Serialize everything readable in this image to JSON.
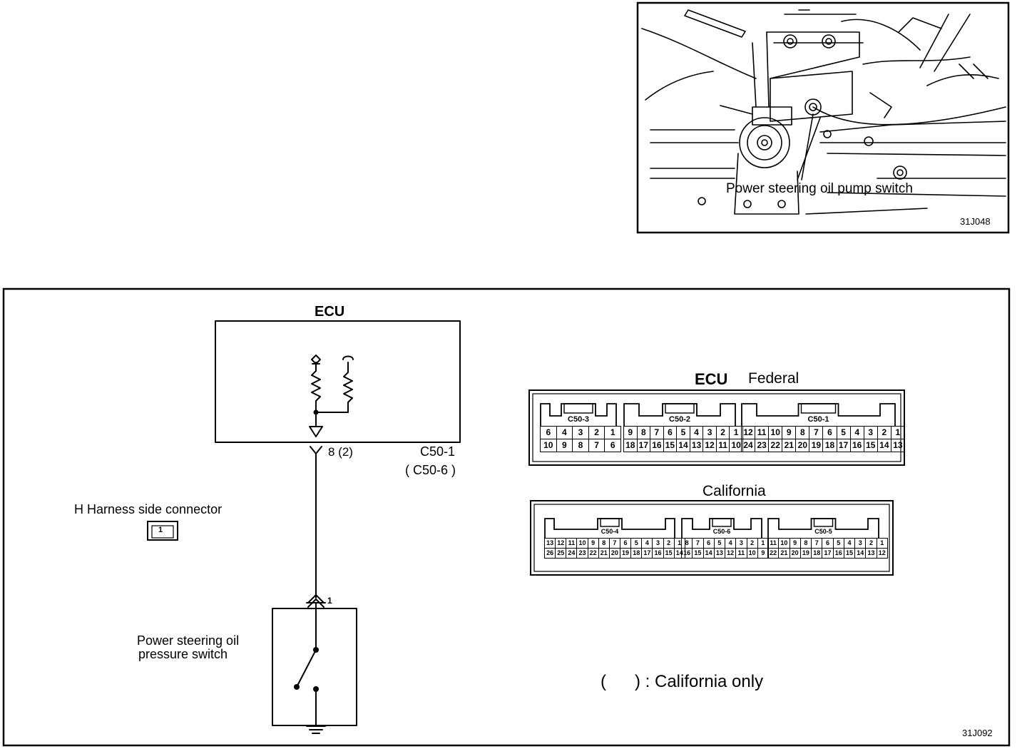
{
  "photo": {
    "callout": "Power steering oil pump switch",
    "figure_id": "31J048"
  },
  "diagram": {
    "ecu_title": "ECU",
    "pin_label": "8 (2)",
    "connector_main": "C50-1",
    "connector_alt": "( C50-6 )",
    "harness_label": "H Harness side connector",
    "harness_pin": "1",
    "switch_pin": "1",
    "switch_label_line1": "Power steering oil",
    "switch_label_line2": "pressure switch",
    "legend": "(      ) : California only",
    "figure_id": "31J092"
  },
  "federal": {
    "title_ecu": "ECU",
    "title_variant": "Federal",
    "blocks": [
      {
        "name": "C50-3",
        "top": [
          "6",
          "4",
          "3",
          "2",
          "1"
        ],
        "bottom": [
          "10",
          "9",
          "8",
          "7",
          "6"
        ]
      },
      {
        "name": "C50-2",
        "top": [
          "9",
          "8",
          "7",
          "6",
          "5",
          "4",
          "3",
          "2",
          "1"
        ],
        "bottom": [
          "18",
          "17",
          "16",
          "15",
          "14",
          "13",
          "12",
          "11",
          "10"
        ]
      },
      {
        "name": "C50-1",
        "top": [
          "12",
          "11",
          "10",
          "9",
          "8",
          "7",
          "6",
          "5",
          "4",
          "3",
          "2",
          "1"
        ],
        "bottom": [
          "24",
          "23",
          "22",
          "21",
          "20",
          "19",
          "18",
          "17",
          "16",
          "15",
          "14",
          "13"
        ]
      }
    ]
  },
  "california": {
    "title": "California",
    "blocks": [
      {
        "name": "C50-4",
        "top": [
          "13",
          "12",
          "11",
          "10",
          "9",
          "8",
          "7",
          "6",
          "5",
          "4",
          "3",
          "2",
          "1"
        ],
        "bottom": [
          "26",
          "25",
          "24",
          "23",
          "22",
          "21",
          "20",
          "19",
          "18",
          "17",
          "16",
          "15",
          "14"
        ]
      },
      {
        "name": "C50-6",
        "top": [
          "8",
          "7",
          "6",
          "5",
          "4",
          "3",
          "2",
          "1"
        ],
        "bottom": [
          "16",
          "15",
          "14",
          "13",
          "12",
          "11",
          "10",
          "9"
        ]
      },
      {
        "name": "C50-5",
        "top": [
          "11",
          "10",
          "9",
          "8",
          "7",
          "6",
          "5",
          "4",
          "3",
          "2",
          "1"
        ],
        "bottom": [
          "22",
          "21",
          "20",
          "19",
          "18",
          "17",
          "16",
          "15",
          "14",
          "13",
          "12"
        ]
      }
    ]
  }
}
